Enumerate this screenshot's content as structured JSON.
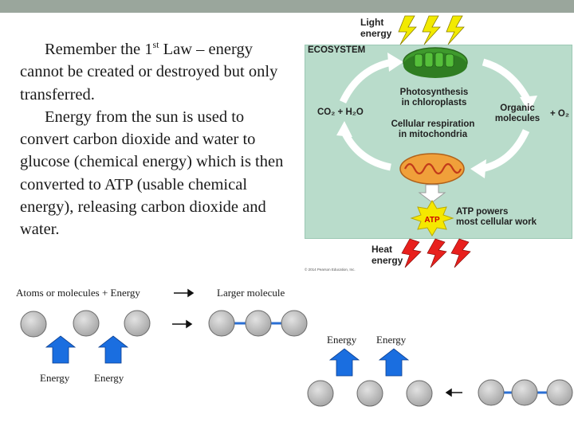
{
  "slide": {
    "top_bar_color": "#9aa69c",
    "paragraph1_pre": "Remember the 1",
    "paragraph1_sup": "st",
    "paragraph1_post": " Law – energy cannot be created or destroyed but only transferred.",
    "paragraph2": "Energy from the sun is used to convert carbon dioxide and water to glucose (chemical energy) which is then converted to ATP (usable chemical energy), releasing carbon dioxide and water."
  },
  "ecosystem": {
    "box_label": "ECOSYSTEM",
    "light_line1": "Light",
    "light_line2": "energy",
    "photosynthesis_line1": "Photosynthesis",
    "photosynthesis_line2": "in chloroplasts",
    "respiration_line1": "Cellular respiration",
    "respiration_line2": "in mitochondria",
    "co2_h2o": "CO₂ + H₂O",
    "organic_line1": "Organic",
    "organic_line2": "molecules",
    "o2": "+ O₂",
    "atp_badge": "ATP",
    "atp_powers_line1": "ATP powers",
    "atp_powers_line2": "most cellular work",
    "heat_line1": "Heat",
    "heat_line2": "energy",
    "credit": "© 2014 Pearson Education, Inc.",
    "colors": {
      "background": "#b9dccb",
      "arrow": "#ffffff",
      "bolt": "#f2ea00",
      "heat_bolt": "#e8201d",
      "atp": "#f5e800"
    }
  },
  "synthesis": {
    "left_label": "Atoms or molecules + Energy",
    "right_label": "Larger molecule",
    "energy_label_1": "Energy",
    "energy_label_2": "Energy"
  },
  "breakdown": {
    "energy_label_1": "Energy",
    "energy_label_2": "Energy"
  },
  "colors": {
    "sphere": "#c4c4c4",
    "sphere_stroke": "#6a6a6a",
    "bond": "#2a6fd4",
    "energy_arrow": "#1a6ee0"
  }
}
